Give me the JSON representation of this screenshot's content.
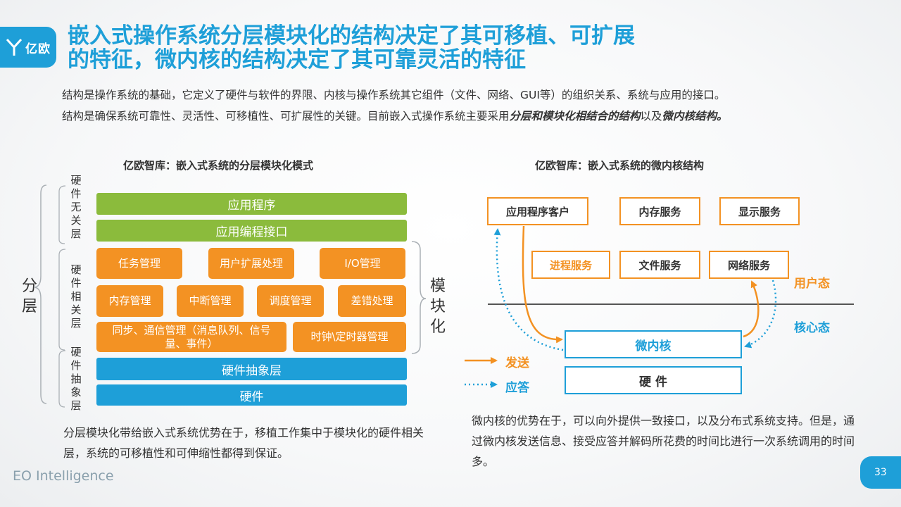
{
  "brand": {
    "logo_text": "亿欧",
    "footer": "EO Intelligence",
    "page_number": "33"
  },
  "title": {
    "line1": "嵌入式操作系统分层模块化的结构决定了其可移植、可扩展",
    "line2": "的特征，微内核的结构决定了其可靠灵活的特征"
  },
  "intro": {
    "line1": "结构是操作系统的基础，它定义了硬件与软件的界限、内核与操作系统其它组件（文件、网络、GUI等）的组织关系、系统与应用的接口。",
    "line2_prefix": "结构是确保系统可靠性、灵活性、可移植性、可扩展性的关键。目前嵌入式操作系统主要采用",
    "line2_bold1": "分层和模块化相结合的结构",
    "line2_mid": "以及",
    "line2_bold2": "微内核结构。"
  },
  "layered": {
    "title": "亿欧智库：嵌入式系统的分层模块化模式",
    "left_label": "分层",
    "right_label": "模块化",
    "layer_labels": [
      "硬件无关层",
      "硬件相关层",
      "硬件抽象层"
    ],
    "app_program": "应用程序",
    "api": "应用编程接口",
    "modules": {
      "task": "任务管理",
      "user_ext": "用户扩展处理",
      "io": "I/O管理",
      "memory": "内存管理",
      "interrupt": "中断管理",
      "schedule": "调度管理",
      "error": "差错处理",
      "sync": "同步、通信管理（消息队列、信号量、事件）",
      "timer": "时钟\\定时器管理"
    },
    "hal": "硬件抽象层",
    "hardware": "硬件",
    "note": "分层模块化带给嵌入式系统优势在于，移植工作集中于模块化的硬件相关层，系统的可移植性和可伸缩性都得到保证。"
  },
  "microkernel": {
    "title": "亿欧智库：嵌入式系统的微内核结构",
    "services": {
      "app_client": "应用程序客户",
      "memory_service": "内存服务",
      "display_service": "显示服务",
      "process_service": "进程服务",
      "file_service": "文件服务",
      "network_service": "网络服务"
    },
    "user_mode": "用户态",
    "kernel_mode": "核心态",
    "kernel": "微内核",
    "hardware": "硬 件",
    "legend_send": "发送",
    "legend_reply": "应答",
    "note": "微内核的优势在于，可以向外提供一致接口，以及分布式系统支持。但是，通过微内核发送信息、接受应答并解码所花费的时间比进行一次系统调用的时间多。"
  },
  "colors": {
    "blue": "#1e9fd8",
    "orange": "#f39223",
    "green": "#8bbb3c"
  }
}
